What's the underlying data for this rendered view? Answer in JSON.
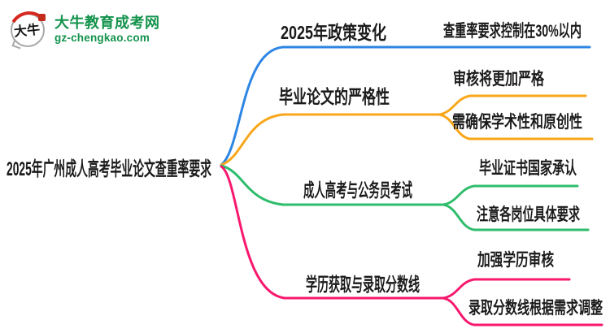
{
  "logo": {
    "mark_text": "大牛",
    "site_name": "大牛教育成考网",
    "site_domain": "gz-chengkao.com",
    "brand_green": "#13934C",
    "brand_red": "#D5281E"
  },
  "mindmap": {
    "root_label": "2025年广州成人高考毕业论文查重率要求",
    "text_color": "#1A1A1A",
    "branches": [
      {
        "label": "2025年政策变化",
        "color": "#2E86E4",
        "children": [
          {
            "label": "查重率要求控制在30%以内"
          }
        ]
      },
      {
        "label": "毕业论文的严格性",
        "color": "#F9A61A",
        "children": [
          {
            "label": "审核将更加严格"
          },
          {
            "label": "需确保学术性和原创性"
          }
        ]
      },
      {
        "label": "成人高考与公务员考试",
        "color": "#2EBD6C",
        "children": [
          {
            "label": "毕业证书国家承认"
          },
          {
            "label": "注意各岗位具体要求"
          }
        ]
      },
      {
        "label": "学历获取与录取分数线",
        "color": "#F8186E",
        "children": [
          {
            "label": "加强学历审核"
          },
          {
            "label": "录取分数线根据需求调整"
          }
        ]
      }
    ]
  }
}
